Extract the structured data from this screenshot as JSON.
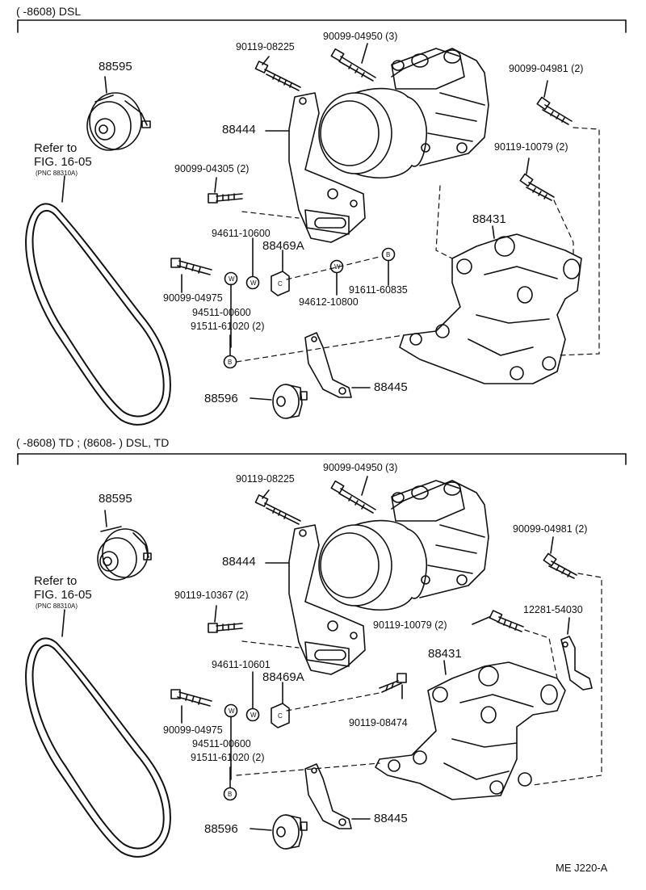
{
  "panel_top": {
    "header": "(      -8608) DSL",
    "labels": {
      "p_90119_08225": "90119-08225",
      "p_90099_04950": "90099-04950 (3)",
      "p_90099_04981": "90099-04981 (2)",
      "p_88595": "88595",
      "p_88444": "88444",
      "refer_to": "Refer to",
      "fig_ref": "FIG. 16-05",
      "pnc_ref": "(PNC 88310A)",
      "p_90119_10079": "90119-10079 (2)",
      "p_bolt_left": "90099-04305 (2)",
      "p_88431": "88431",
      "p_94611": "94611-10600",
      "p_88469a": "88469A",
      "p_90099_04975": "90099-04975",
      "p_91611": "91611-60835",
      "p_94612": "94612-10800",
      "p_94511": "94511-00600",
      "p_91511": "91511-61020 (2)",
      "p_88596": "88596",
      "p_88445": "88445"
    }
  },
  "panel_bottom": {
    "header": "(      -8608) TD ; (8608-        ) DSL, TD",
    "labels": {
      "p_90119_08225": "90119-08225",
      "p_90099_04950": "90099-04950 (3)",
      "p_90099_04981": "90099-04981 (2)",
      "p_88595": "88595",
      "p_88444": "88444",
      "refer_to": "Refer to",
      "fig_ref": "FIG. 16-05",
      "pnc_ref": "(PNC 88310A)",
      "p_bolt_left": "90119-10367 (2)",
      "p_90119_10079": "90119-10079 (2)",
      "p_12281": "12281-54030",
      "p_94611": "94611-10601",
      "p_88469a": "88469A",
      "p_88431": "88431",
      "p_90099_04975": "90099-04975",
      "p_90119_08474": "90119-08474",
      "p_94511": "94511-00600",
      "p_91511": "91511-61020 (2)",
      "p_88596": "88596",
      "p_88445": "88445"
    }
  },
  "footer_code": "ME J220-A",
  "markers": {
    "washer": "W",
    "bolt_b": "B",
    "nut_c": "C"
  }
}
